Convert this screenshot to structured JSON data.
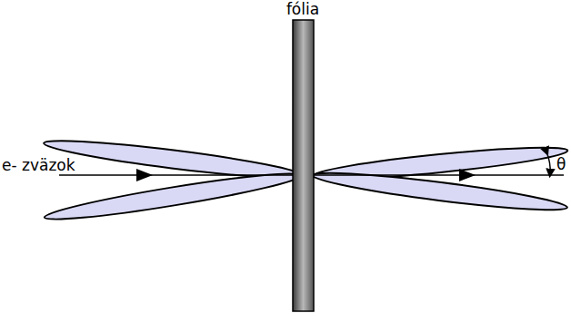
{
  "diagram": {
    "labels": [
      "fólia",
      "e- zväzok",
      "θ"
    ]
  }
}
